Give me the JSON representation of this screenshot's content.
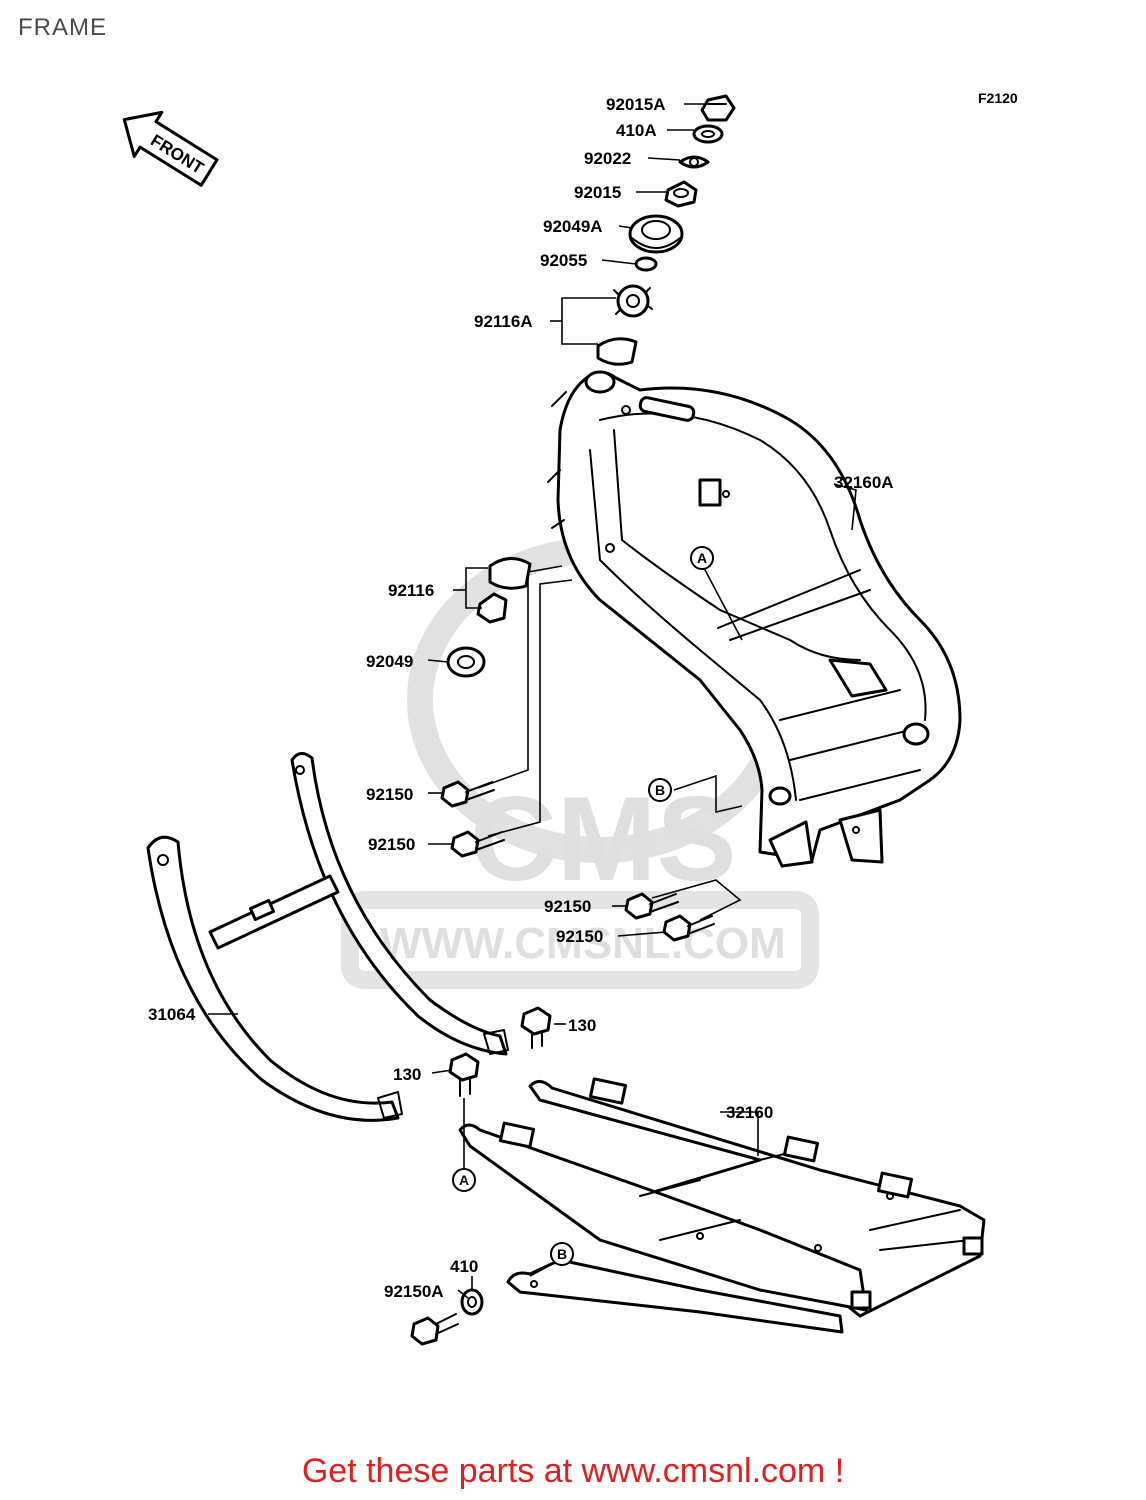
{
  "header": {
    "title": "FRAME",
    "figure_code": "F2120"
  },
  "front_arrow": {
    "label": "FRONT"
  },
  "watermark": {
    "brand": "CMS",
    "url": "WWW.CMSNL.COM"
  },
  "parts": [
    {
      "id": "p1",
      "number": "92015A"
    },
    {
      "id": "p2",
      "number": "410A"
    },
    {
      "id": "p3",
      "number": "92022"
    },
    {
      "id": "p4",
      "number": "92015"
    },
    {
      "id": "p5",
      "number": "92049A"
    },
    {
      "id": "p6",
      "number": "92055"
    },
    {
      "id": "p7",
      "number": "92116A"
    },
    {
      "id": "p8",
      "number": "32160A"
    },
    {
      "id": "p9",
      "number": "92116"
    },
    {
      "id": "p10",
      "number": "92049"
    },
    {
      "id": "p11",
      "number": "92150"
    },
    {
      "id": "p12",
      "number": "92150"
    },
    {
      "id": "p13",
      "number": "92150"
    },
    {
      "id": "p14",
      "number": "92150"
    },
    {
      "id": "p15",
      "number": "31064"
    },
    {
      "id": "p16",
      "number": "130"
    },
    {
      "id": "p17",
      "number": "130"
    },
    {
      "id": "p18",
      "number": "32160"
    },
    {
      "id": "p19",
      "number": "410"
    },
    {
      "id": "p20",
      "number": "92150A"
    }
  ],
  "reference_marks": [
    "A",
    "B",
    "A",
    "B"
  ],
  "footer": {
    "cta": "Get these parts at www.cmsnl.com !"
  }
}
